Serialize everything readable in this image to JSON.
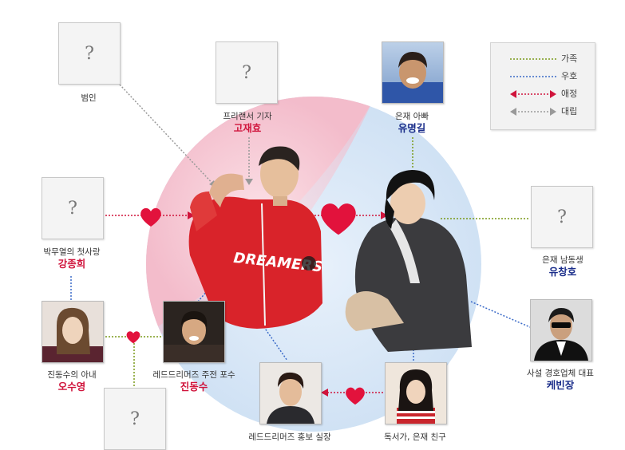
{
  "legend": {
    "family": "가족",
    "friendship": "우호",
    "affection": "애정",
    "rivalry": "대립"
  },
  "colors": {
    "family": "#7a9a1a",
    "friendship": "#3a6ac8",
    "affection": "#d0143c",
    "rivalry": "#999999",
    "pink_bg": "#f7c8d2",
    "blue_bg": "#d6e6f7"
  },
  "nodes": {
    "criminal": {
      "role": "범인",
      "name": ""
    },
    "reporter": {
      "role": "프리랜서 기자",
      "name": "고재효"
    },
    "father": {
      "role": "은재 아빠",
      "name": "유명길"
    },
    "first_love": {
      "role": "박무열의 첫사랑",
      "name": "강종희"
    },
    "brother": {
      "role": "은재 남동생",
      "name": "유창호"
    },
    "wife": {
      "role": "진동수의 아내",
      "name": "오수영"
    },
    "catcher": {
      "role": "레드드리머즈 주전 포수",
      "name": "진동수"
    },
    "security": {
      "role": "사설 경호업체 대표",
      "name": "케빈장"
    },
    "manager": {
      "role": "레드드리머즈 홍보 실장",
      "name": ""
    },
    "reader": {
      "role": "독서가, 은재 친구",
      "name": ""
    }
  },
  "placeholder": "?",
  "jersey": {
    "team": "DREAMERS"
  }
}
